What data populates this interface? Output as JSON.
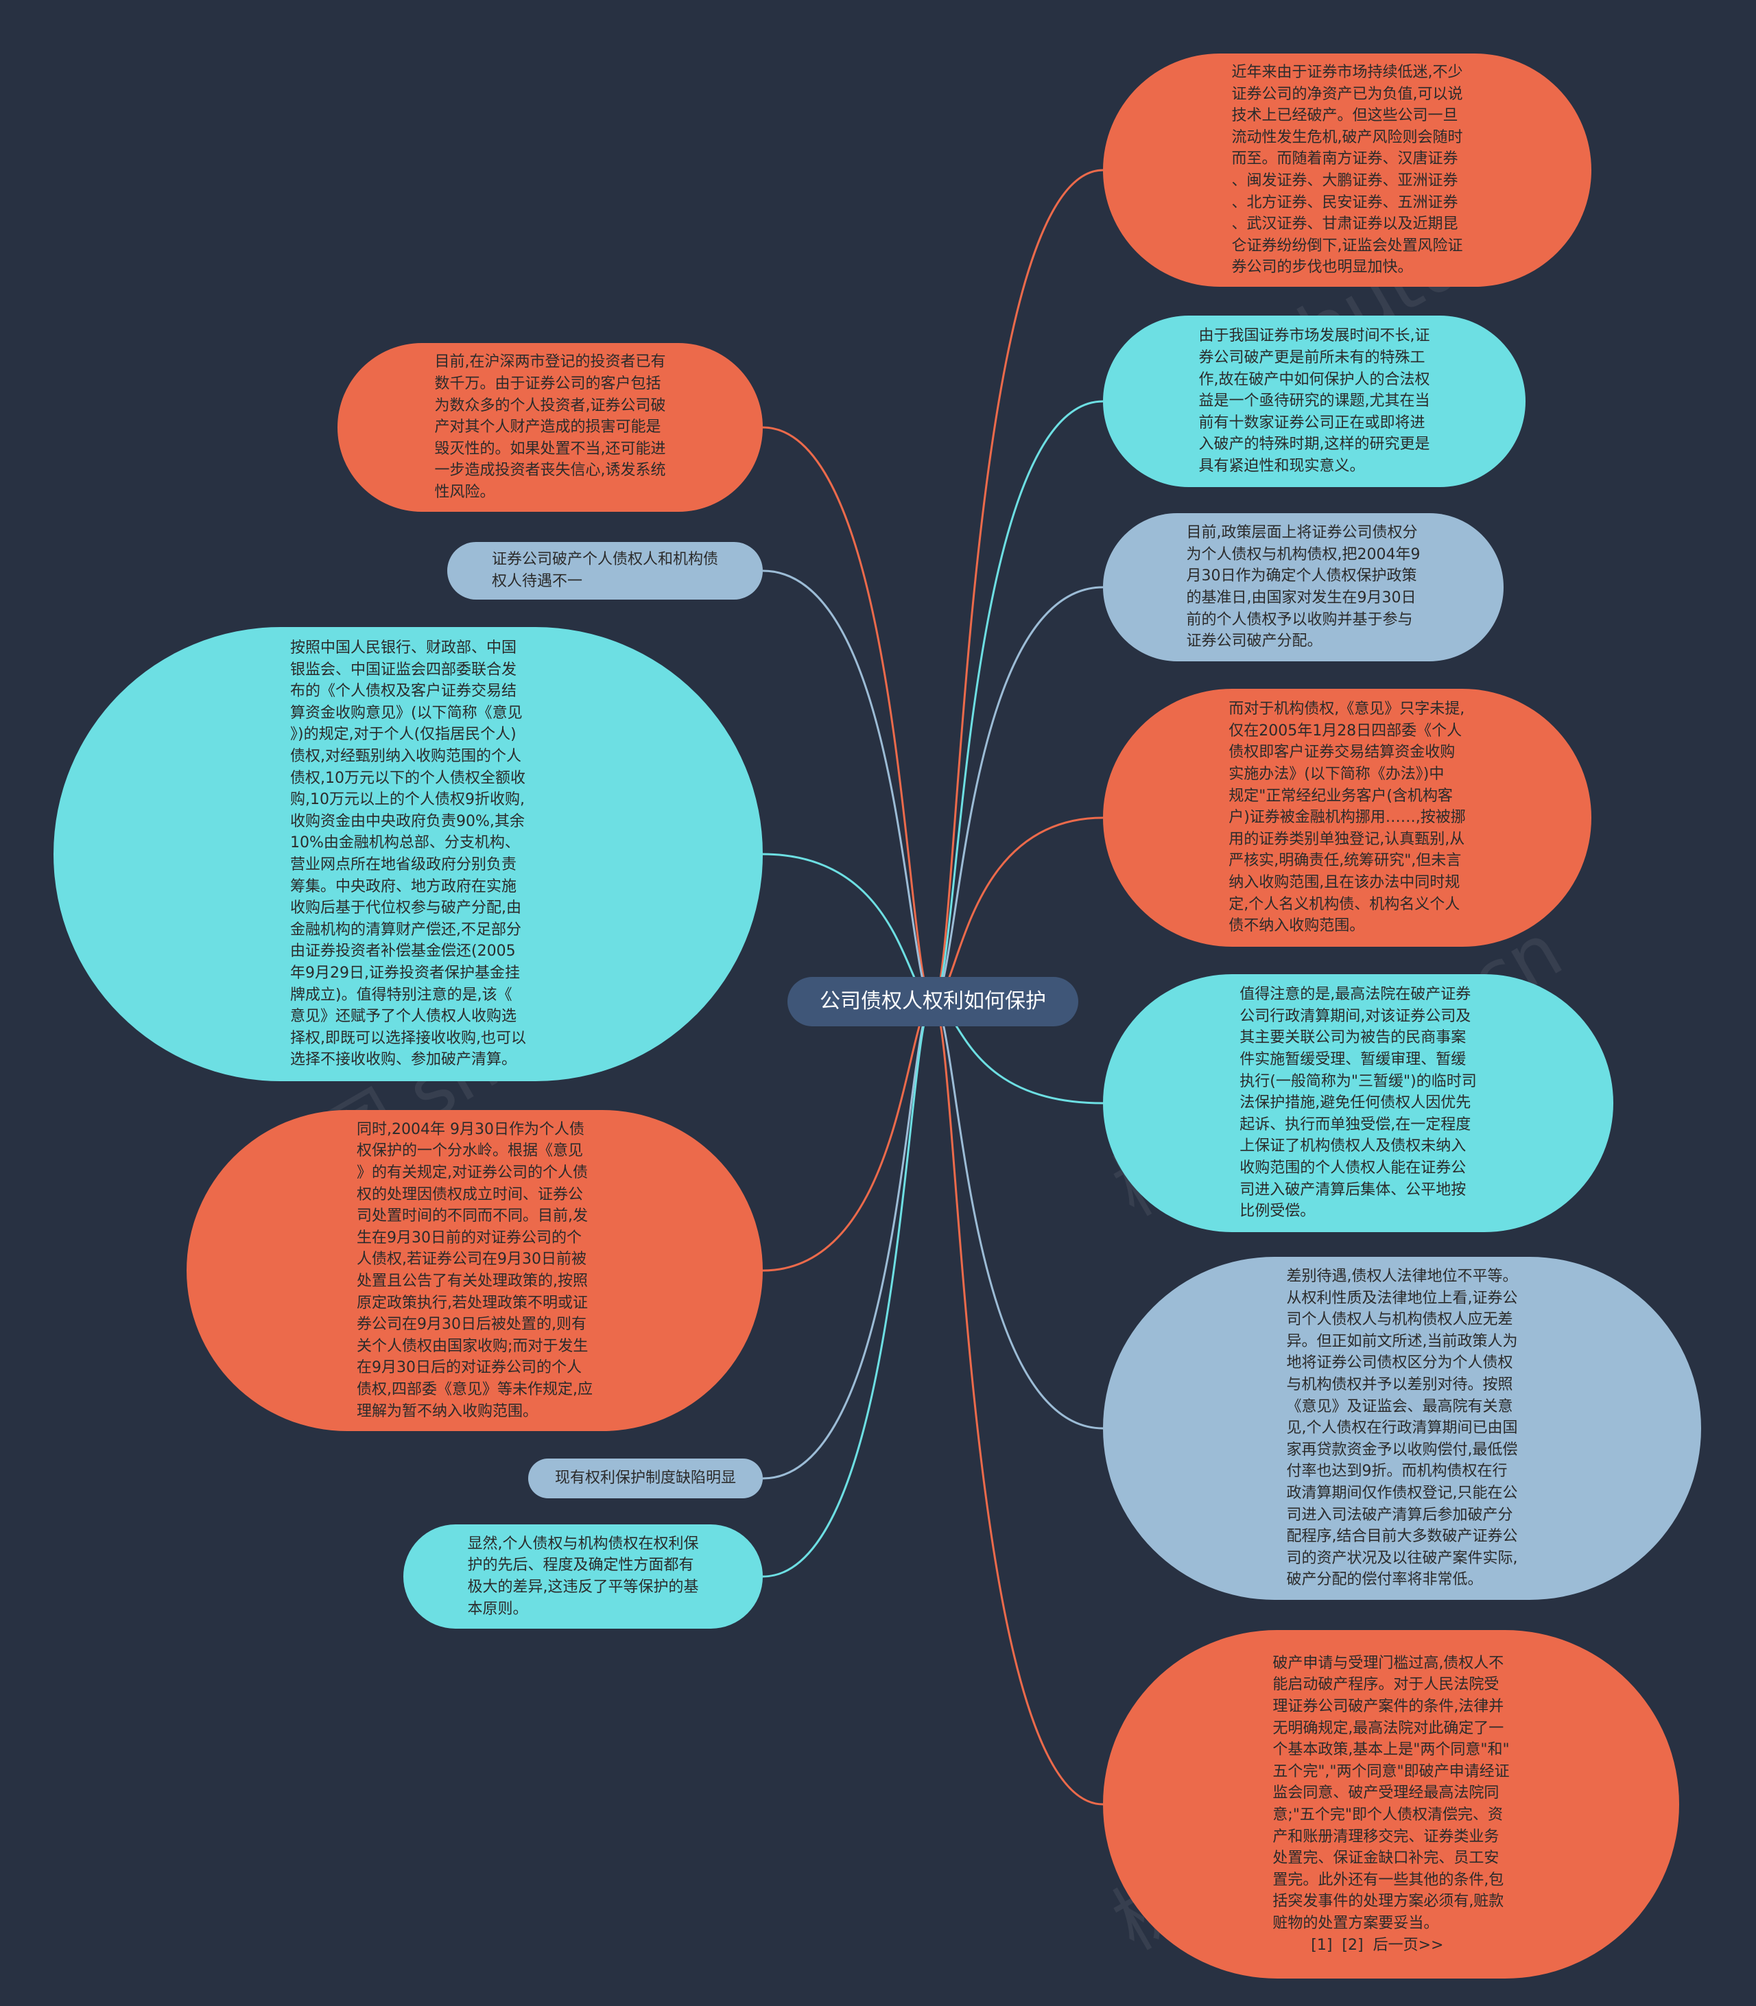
{
  "colors": {
    "background": "#283142",
    "orange": "#ec6a4b",
    "cyan": "#6ddfe3",
    "blue": "#9cbcd6",
    "center": "#3f5678"
  },
  "watermark": "树图 shutu.cn",
  "center": {
    "title": "公司债权人权利如何保护"
  },
  "right_nodes": [
    {
      "text": "近年来由于证券市场持续低迷,不少\n证券公司的净资产已为负值,可以说\n技术上已经破产。但这些公司一旦\n流动性发生危机,破产风险则会随时\n而至。而随着南方证券、汉唐证券\n、闽发证券、大鹏证券、亚洲证券\n、北方证券、民安证券、五洲证券\n、武汉证券、甘肃证券以及近期昆\n仑证券纷纷倒下,证监会处置风险证\n券公司的步伐也明显加快。"
    },
    {
      "text": "由于我国证券市场发展时间不长,证\n券公司破产更是前所未有的特殊工\n作,故在破产中如何保护人的合法权\n益是一个亟待研究的课题,尤其在当\n前有十数家证券公司正在或即将进\n入破产的特殊时期,这样的研究更是\n具有紧迫性和现实意义。"
    },
    {
      "text": "目前,政策层面上将证券公司债权分\n为个人债权与机构债权,把2004年9\n月30日作为确定个人债权保护政策\n的基准日,由国家对发生在9月30日\n前的个人债权予以收购并基于参与\n证券公司破产分配。"
    },
    {
      "text": "而对于机构债权,《意见》只字未提,\n仅在2005年1月28日四部委《个人\n债权即客户证券交易结算资金收购\n实施办法》(以下简称《办法》)中\n规定\"正常经纪业务客户(含机构客\n户)证券被金融机构挪用……,按被挪\n用的证券类别单独登记,认真甄别,从\n严核实,明确责任,统筹研究\",但未言\n纳入收购范围,且在该办法中同时规\n定,个人名义机构债、机构名义个人\n债不纳入收购范围。"
    },
    {
      "text": "值得注意的是,最高法院在破产证券\n公司行政清算期间,对该证券公司及\n其主要关联公司为被告的民商事案\n件实施暂缓受理、暂缓审理、暂缓\n执行(一般简称为\"三暂缓\")的临时司\n法保护措施,避免任何债权人因优先\n起诉、执行而单独受偿,在一定程度\n上保证了机构债权人及债权未纳入\n收购范围的个人债权人能在证券公\n司进入破产清算后集体、公平地按\n比例受偿。"
    },
    {
      "text": "差别待遇,债权人法律地位不平等。\n从权利性质及法律地位上看,证券公\n司个人债权人与机构债权人应无差\n异。但正如前文所述,当前政策人为\n地将证券公司债权区分为个人债权\n与机构债权并予以差别对待。按照\n《意见》及证监会、最高院有关意\n见,个人债权在行政清算期间已由国\n家再贷款资金予以收购偿付,最低偿\n付率也达到9折。而机构债权在行\n政清算期间仅作债权登记,只能在公\n司进入司法破产清算后参加破产分\n配程序,结合目前大多数破产证券公\n司的资产状况及以往破产案件实际,\n破产分配的偿付率将非常低。"
    },
    {
      "text": "破产申请与受理门槛过高,债权人不\n能启动破产程序。对于人民法院受\n理证券公司破产案件的条件,法律并\n无明确规定,最高法院对此确定了一\n个基本政策,基本上是\"两个同意\"和\"\n五个完\",\"两个同意\"即破产申请经证\n监会同意、破产受理经最高法院同\n意;\"五个完\"即个人债权清偿完、资\n产和账册清理移交完、证券类业务\n处置完、保证金缺口补完、员工安\n置完。此外还有一些其他的条件,包\n括突发事件的处理方案必须有,赃款\n赃物的处置方案要妥当。\n        [1]  [2]  后一页>>"
    }
  ],
  "left_nodes": [
    {
      "text": "目前,在沪深两市登记的投资者已有\n数千万。由于证券公司的客户包括\n为数众多的个人投资者,证券公司破\n产对其个人财产造成的损害可能是\n毁灭性的。如果处置不当,还可能进\n一步造成投资者丧失信心,诱发系统\n性风险。"
    },
    {
      "text": "证券公司破产个人债权人和机构债\n权人待遇不一"
    },
    {
      "text": "按照中国人民银行、财政部、中国\n银监会、中国证监会四部委联合发\n布的《个人债权及客户证券交易结\n算资金收购意见》(以下简称《意见\n》)的规定,对于个人(仅指居民个人)\n债权,对经甄别纳入收购范围的个人\n债权,10万元以下的个人债权全额收\n购,10万元以上的个人债权9折收购,\n收购资金由中央政府负责90%,其余\n10%由金融机构总部、分支机构、\n营业网点所在地省级政府分别负责\n筹集。中央政府、地方政府在实施\n收购后基于代位权参与破产分配,由\n金融机构的清算财产偿还,不足部分\n由证券投资者补偿基金偿还(2005\n年9月29日,证券投资者保护基金挂\n牌成立)。值得特别注意的是,该《\n意见》还赋予了个人债权人收购选\n择权,即既可以选择接收收购,也可以\n选择不接收收购、参加破产清算。"
    },
    {
      "text": "同时,2004年 9月30日作为个人债\n权保护的一个分水岭。根据《意见\n》的有关规定,对证券公司的个人债\n权的处理因债权成立时间、证券公\n司处置时间的不同而不同。目前,发\n生在9月30日前的对证券公司的个\n人债权,若证券公司在9月30日前被\n处置且公告了有关处理政策的,按照\n原定政策执行,若处理政策不明或证\n券公司在9月30日后被处置的,则有\n关个人债权由国家收购;而对于发生\n在9月30日后的对证券公司的个人\n债权,四部委《意见》等未作规定,应\n理解为暂不纳入收购范围。"
    },
    {
      "text": "现有权利保护制度缺陷明显"
    },
    {
      "text": "显然,个人债权与机构债权在权利保\n护的先后、程度及确定性方面都有\n极大的差异,这违反了平等保护的基\n本原则。"
    }
  ]
}
